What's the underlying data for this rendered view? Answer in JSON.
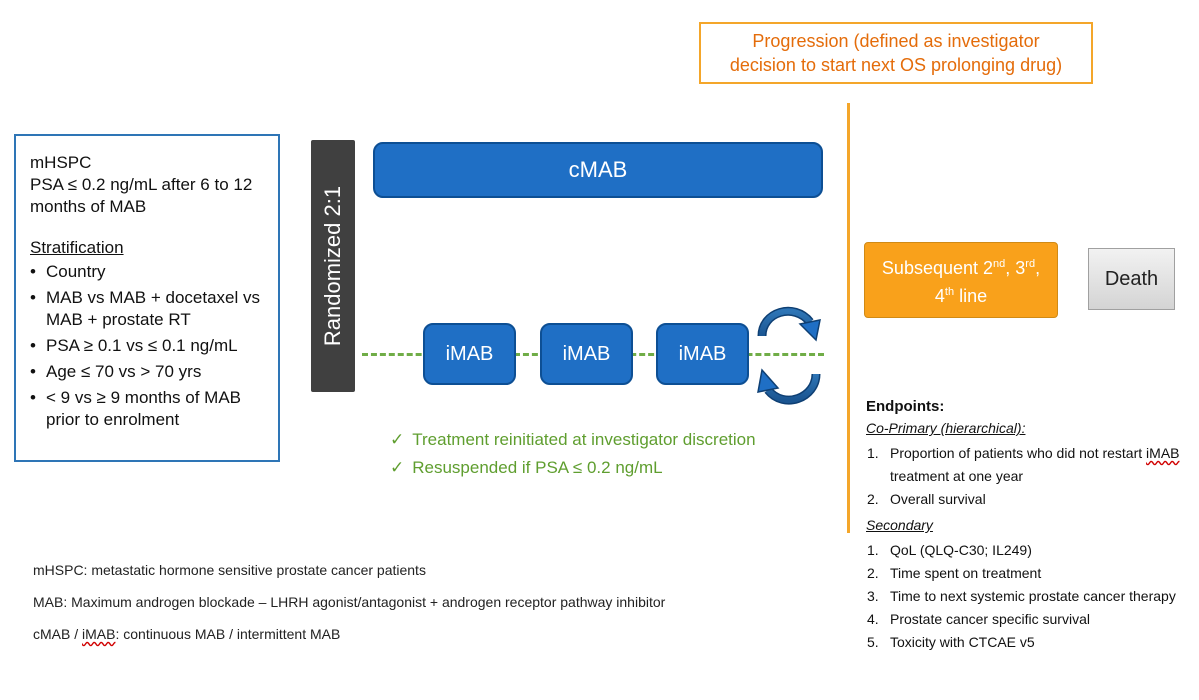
{
  "eligibility": {
    "line1": "mHSPC",
    "line2": "PSA ≤ 0.2 ng/mL after 6 to 12 months of MAB",
    "stratification_title": "Stratification",
    "stratification_items": [
      "Country",
      "MAB vs MAB + docetaxel vs MAB + prostate RT",
      "PSA ≥ 0.1 vs ≤ 0.1 ng/mL",
      "Age ≤ 70 vs > 70 yrs",
      "< 9 vs ≥ 9 months of MAB prior to enrolment"
    ]
  },
  "randomization": {
    "label": "Randomized 2:1"
  },
  "arms": {
    "continuous": "cMAB",
    "intermittent": [
      "iMAB",
      "iMAB",
      "iMAB"
    ]
  },
  "progression": {
    "line1": "Progression (defined as investigator",
    "line2": "decision to start next OS prolonging drug)"
  },
  "subsequent": {
    "prefix": "Subsequent 2",
    "sup1": "nd",
    "mid": ", 3",
    "sup2": "rd",
    "sep": ",",
    "line2_num": "4",
    "sup3": "th",
    "line2_suffix": " line"
  },
  "death": "Death",
  "notes": {
    "check_glyph": "✓",
    "note1": "Treatment reinitiated at investigator discretion",
    "note2": "Resuspended if PSA ≤ 0.2 ng/mL"
  },
  "footnotes": {
    "f1": "mHSPC: metastatic hormone sensitive prostate cancer patients",
    "f2": "MAB: Maximum androgen blockade – LHRH agonist/antagonist + androgen receptor pathway inhibitor",
    "f3_a": "cMAB / ",
    "f3_b": "iMAB",
    "f3_c": ": continuous MAB / intermittent MAB"
  },
  "endpoints": {
    "title": "Endpoints:",
    "co_primary_title": "Co-Primary (hierarchical):",
    "co_primary_1_a": "Proportion of patients who did not restart ",
    "co_primary_1_b": "iMAB",
    "co_primary_1_c": "treatment at one year",
    "co_primary_2": "Overall survival",
    "secondary_title": "Secondary",
    "secondary": [
      "QoL (QLQ-C30; IL249)",
      "Time spent on treatment",
      "Time to next systemic prostate cancer therapy",
      "Prostate cancer specific survival",
      "Toxicity with CTCAE v5"
    ],
    "nums": [
      "1.",
      "2.",
      "3.",
      "4.",
      "5."
    ]
  },
  "colors": {
    "blue": "#1f6fc5",
    "orange": "#f9a11b",
    "green": "#70ad47",
    "dark_gray": "#404040"
  }
}
